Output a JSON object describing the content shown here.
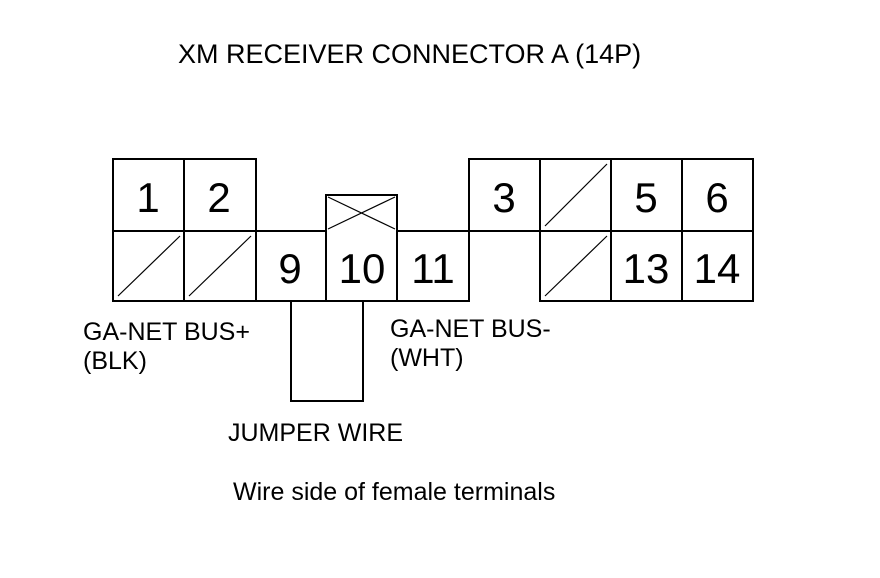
{
  "title": "XM RECEIVER CONNECTOR A (14P)",
  "terminals": {
    "t1": "1",
    "t2": "2",
    "t3": "3",
    "t5": "5",
    "t6": "6",
    "t9": "9",
    "t10": "10",
    "t11": "11",
    "t13": "13",
    "t14": "14"
  },
  "labels": {
    "bus_plus_line1": "GA-NET BUS+",
    "bus_plus_line2": "(BLK)",
    "bus_minus_line1": "GA-NET BUS-",
    "bus_minus_line2": "(WHT)",
    "jumper": "JUMPER WIRE"
  },
  "caption": "Wire side of female terminals"
}
